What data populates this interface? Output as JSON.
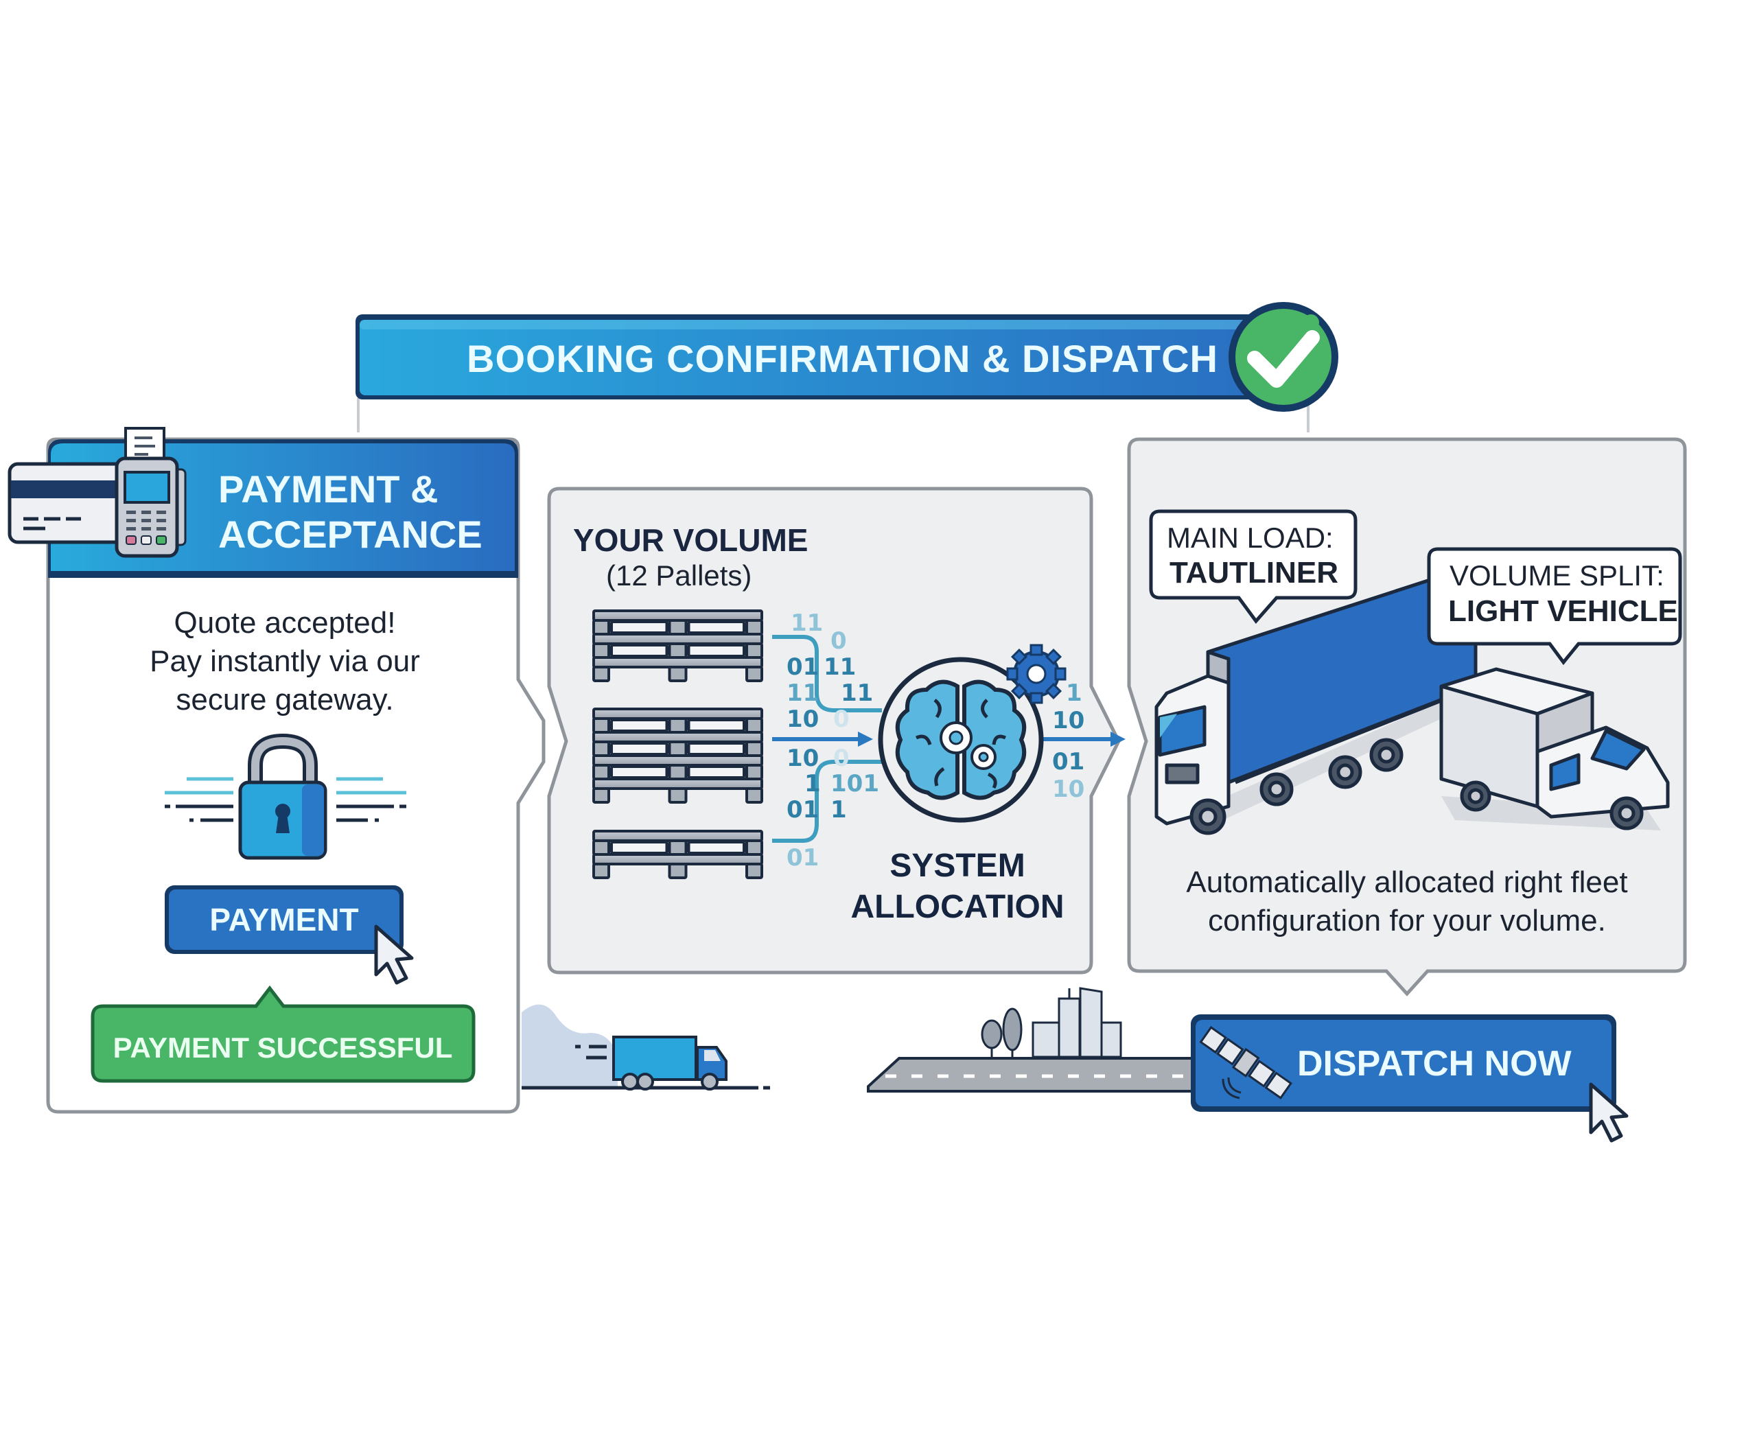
{
  "header": {
    "title": "BOOKING CONFIRMATION & DISPATCH",
    "status_icon": "check-circle-icon"
  },
  "payment_panel": {
    "title_line1": "PAYMENT &",
    "title_line2": "ACCEPTANCE",
    "icon": "card-terminal-icon",
    "message_line1": "Quote accepted!",
    "message_line2": "Pay instantly via our",
    "message_line3": "secure gateway.",
    "secure_icon": "padlock-icon",
    "payment_button": "PAYMENT",
    "success_badge": "PAYMENT SUCCESSFUL"
  },
  "allocation_panel": {
    "volume_title": "YOUR VOLUME",
    "volume_subtitle": "(12 Pallets)",
    "pallet_icon": "pallet-stack-icon",
    "binary_in": [
      "11",
      "0",
      "01",
      "11",
      "11",
      "11",
      "10",
      "0",
      "10",
      "0",
      "1",
      "101",
      "01",
      "1",
      "01"
    ],
    "binary_out": [
      "1",
      "10",
      "01",
      "10"
    ],
    "engine_icon": "brain-gears-icon",
    "label_line1": "SYSTEM",
    "label_line2": "ALLOCATION"
  },
  "fleet_panel": {
    "callout_main_label": "MAIN LOAD:",
    "callout_main_value": "TAUTLINER",
    "callout_split_label": "VOLUME SPLIT:",
    "callout_split_value": "LIGHT VEHICLE",
    "description_line1": "Automatically allocated right fleet",
    "description_line2": "configuration for your volume."
  },
  "dispatch": {
    "button_label": "DISPATCH NOW",
    "button_icon": "satellite-icon"
  },
  "colors": {
    "primary_blue": "#2a6fc0",
    "light_blue": "#2aa6dc",
    "navy": "#163a66",
    "success_green": "#48b567",
    "panel_gray": "#eeeff1",
    "border_gray": "#8f949b"
  }
}
